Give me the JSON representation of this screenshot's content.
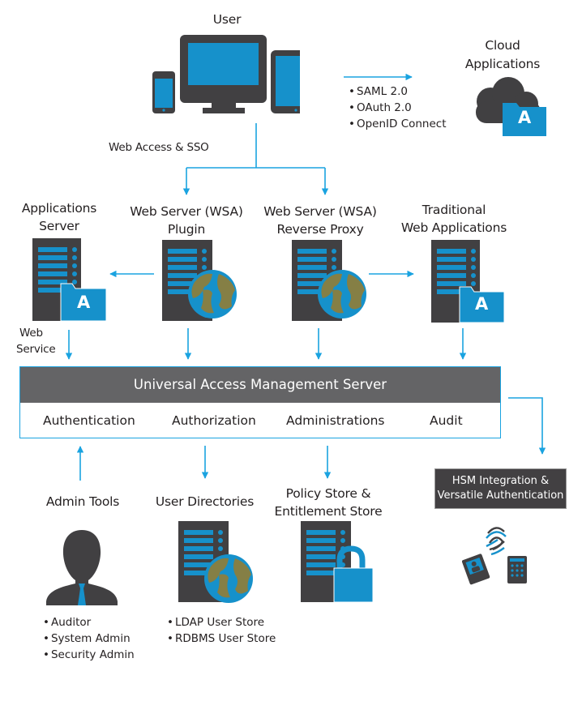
{
  "colors": {
    "accent": "#1aa3e0",
    "dark": "#414042",
    "icon_blue": "#1691cb",
    "globe_land": "#857f45",
    "header_gray": "#646466"
  },
  "user": {
    "title": "User",
    "edge_label": "Web Access & SSO"
  },
  "cloud": {
    "title_line1": "Cloud",
    "title_line2": "Applications",
    "folder_letter": "A",
    "protocols": [
      "SAML 2.0",
      "OAuth 2.0",
      "OpenID Connect"
    ]
  },
  "nodes": {
    "app_server": {
      "line1": "Applications",
      "line2": "Server",
      "folder_letter": "A",
      "edge_label_line1": "Web",
      "edge_label_line2": "Service"
    },
    "wsa_plugin": {
      "line1": "Web Server (WSA)",
      "line2": "Plugin"
    },
    "wsa_proxy": {
      "line1": "Web Server (WSA)",
      "line2": "Reverse Proxy"
    },
    "traditional": {
      "line1": "Traditional",
      "line2": "Web Applications",
      "folder_letter": "A"
    }
  },
  "ams": {
    "title": "Universal Access Management Server",
    "modules": [
      "Authentication",
      "Authorization",
      "Administrations",
      "Audit"
    ]
  },
  "hsm": {
    "line1": "HSM Integration &",
    "line2": "Versatile Authentication"
  },
  "admin_tools": {
    "title": "Admin Tools",
    "items": [
      "Auditor",
      "System Admin",
      "Security Admin"
    ]
  },
  "user_directories": {
    "title": "User Directories",
    "items": [
      "LDAP User Store",
      "RDBMS User Store"
    ]
  },
  "policy_store": {
    "line1": "Policy Store &",
    "line2": "Entitlement Store"
  }
}
